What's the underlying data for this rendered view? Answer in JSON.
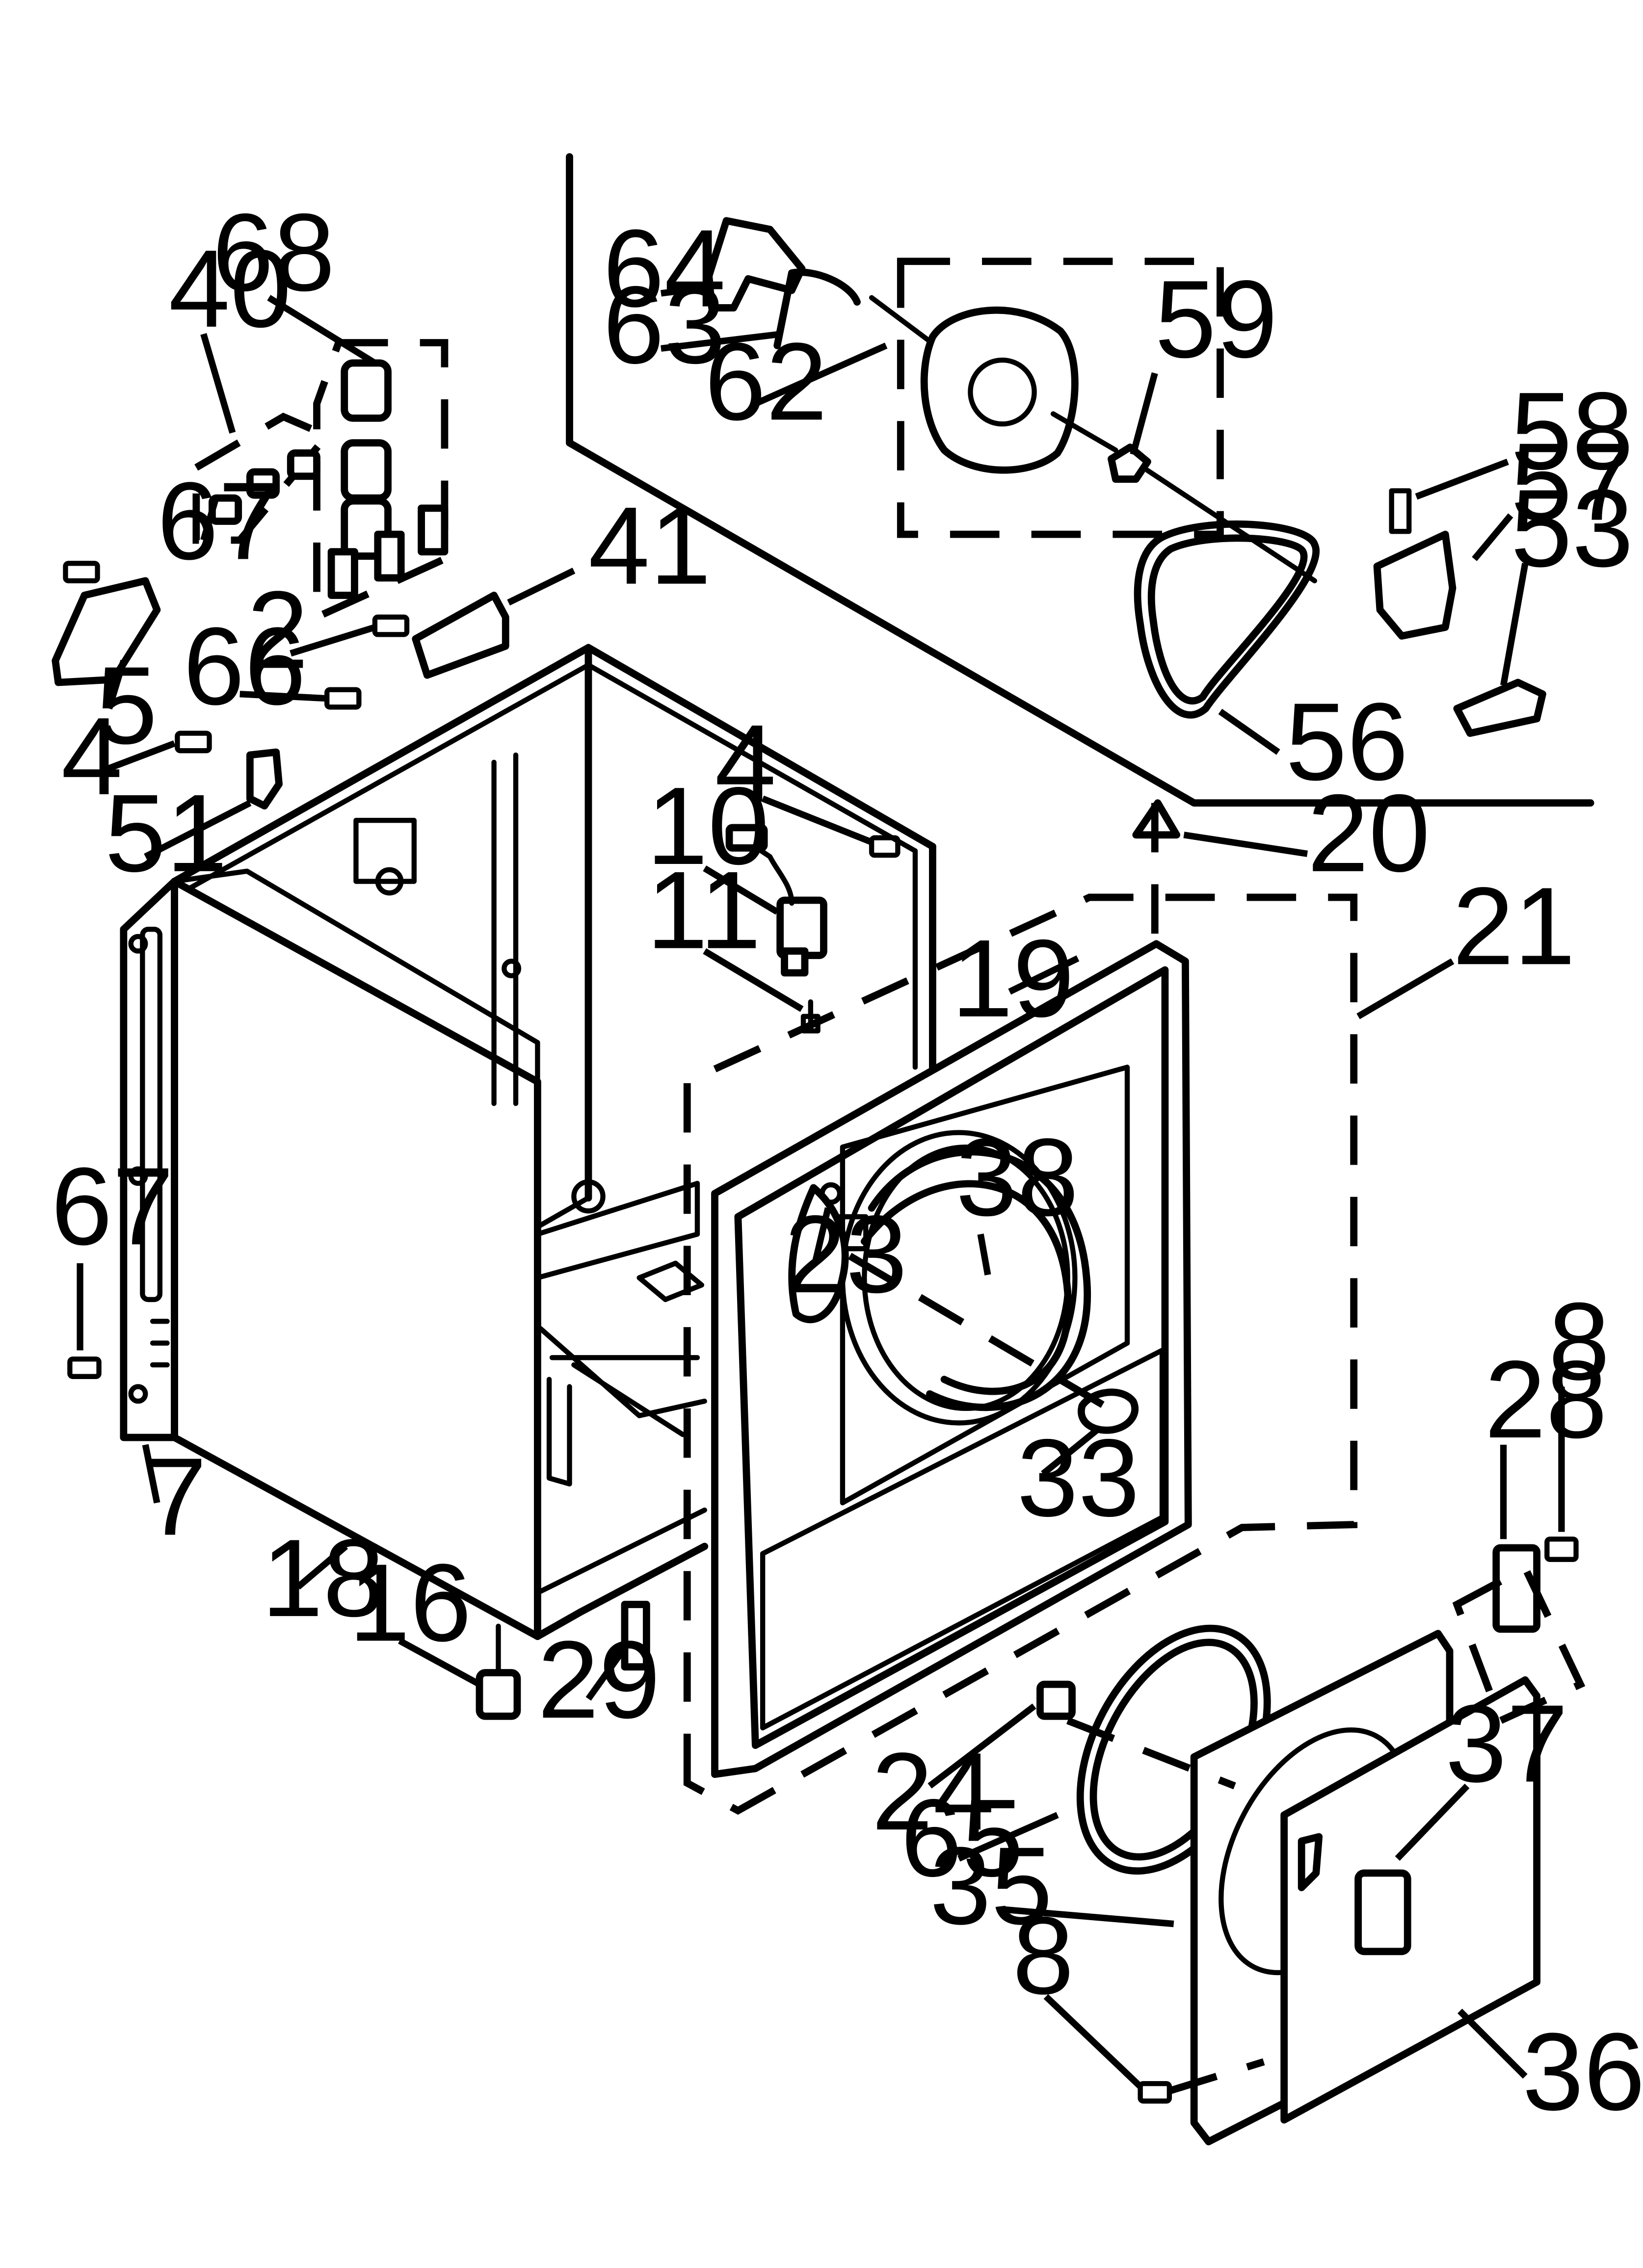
{
  "diagram": {
    "callouts": [
      {
        "id": "c68a",
        "label": "68"
      },
      {
        "id": "c40",
        "label": "40"
      },
      {
        "id": "c67a",
        "label": "67"
      },
      {
        "id": "c41",
        "label": "41"
      },
      {
        "id": "c2",
        "label": "2"
      },
      {
        "id": "c66",
        "label": "66"
      },
      {
        "id": "c5",
        "label": "5"
      },
      {
        "id": "c4a",
        "label": "4"
      },
      {
        "id": "c51",
        "label": "51"
      },
      {
        "id": "c64",
        "label": "64"
      },
      {
        "id": "c63",
        "label": "63"
      },
      {
        "id": "c62",
        "label": "62"
      },
      {
        "id": "c59",
        "label": "59"
      },
      {
        "id": "c58",
        "label": "58"
      },
      {
        "id": "c57",
        "label": "57"
      },
      {
        "id": "c53",
        "label": "53"
      },
      {
        "id": "c56",
        "label": "56"
      },
      {
        "id": "c20",
        "label": "20"
      },
      {
        "id": "c21",
        "label": "21"
      },
      {
        "id": "c4b",
        "label": "4"
      },
      {
        "id": "c10",
        "label": "10"
      },
      {
        "id": "c11",
        "label": "11"
      },
      {
        "id": "c19",
        "label": "19"
      },
      {
        "id": "c38",
        "label": "38"
      },
      {
        "id": "c23",
        "label": "23"
      },
      {
        "id": "c33",
        "label": "33"
      },
      {
        "id": "c67b",
        "label": "67"
      },
      {
        "id": "c7",
        "label": "7"
      },
      {
        "id": "c18",
        "label": "18"
      },
      {
        "id": "c16",
        "label": "16"
      },
      {
        "id": "c29",
        "label": "29"
      },
      {
        "id": "c8a",
        "label": "8"
      },
      {
        "id": "c28",
        "label": "28"
      },
      {
        "id": "c24",
        "label": "24"
      },
      {
        "id": "c65",
        "label": "65"
      },
      {
        "id": "c35",
        "label": "35"
      },
      {
        "id": "c37",
        "label": "37"
      },
      {
        "id": "c8b",
        "label": "8"
      },
      {
        "id": "c36",
        "label": "36"
      }
    ]
  }
}
